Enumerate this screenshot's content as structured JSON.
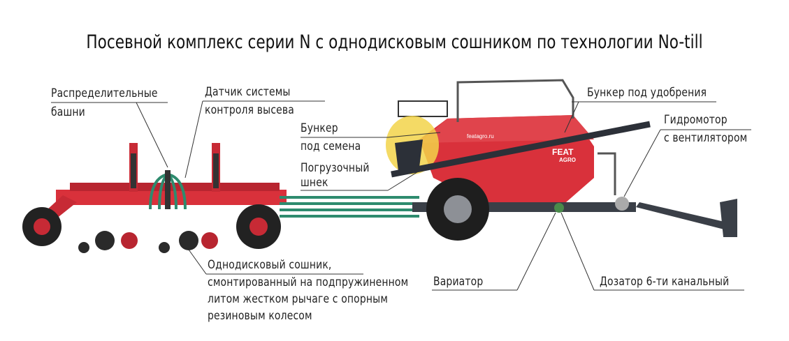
{
  "title": "Посевной комплекс серии N с однодисковым сошником по технологии No-till",
  "labels": {
    "distribution_towers": [
      "Распределительные",
      "башни"
    ],
    "seeding_sensor": [
      "Датчик системы",
      "контроля высева"
    ],
    "seed_hopper": [
      "Бункер",
      "под семена"
    ],
    "loading_auger": [
      "Погрузочный",
      "шнек"
    ],
    "fertilizer_hopper": "Бункер под удобрения",
    "hydraulic_motor": [
      "Гидромотор",
      "с вентилятором"
    ],
    "single_disc_opener": [
      "Однодисковый сошник,",
      "смонтированный на подпружиненном",
      "литом жестком рычаге с опорным",
      "резиновым колесом"
    ],
    "variator": "Вариатор",
    "metering_unit": "Дозатор 6-ти канальный"
  },
  "branding": {
    "site": "featagro.ru",
    "logo_top": "FEAT",
    "logo_bottom": "AGRO"
  },
  "colors": {
    "frame": "#d9313b",
    "hose": "#2e8b6e",
    "steel": "#3a3f47",
    "highlight": "#f2d34a"
  }
}
